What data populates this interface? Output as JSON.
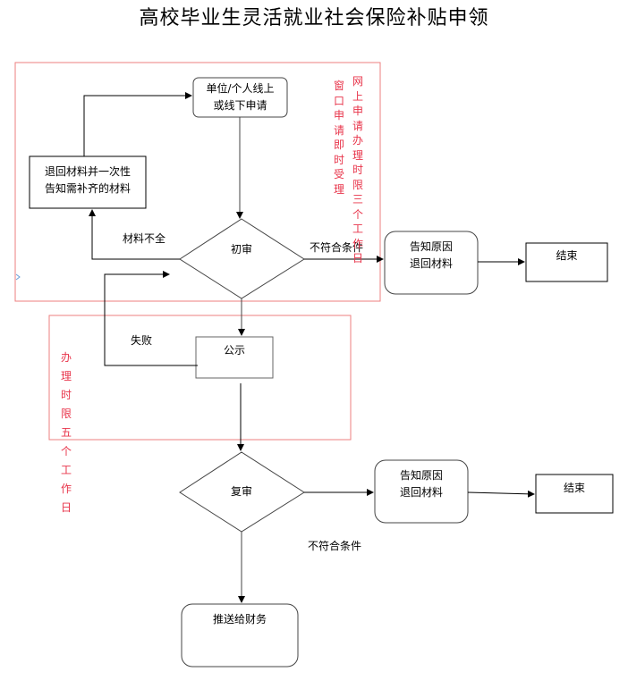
{
  "title": "高校毕业生灵活就业社会保险补贴申领",
  "regions": {
    "initial_review_region": {
      "border_color": "#ee7f7f"
    },
    "publicity_region": {
      "border_color": "#ee7f7f"
    }
  },
  "nodes": {
    "apply": {
      "line1": "单位/个人线上",
      "line2": "或线下申请"
    },
    "return_materials": {
      "line1": "退回材料并一次性",
      "line2": "告知需补齐的材料"
    },
    "initial_review": {
      "label": "初审"
    },
    "notify_1": {
      "line1": "告知原因",
      "line2": "退回材料"
    },
    "end_1": {
      "label": "结束"
    },
    "publicity": {
      "label": "公示"
    },
    "second_review": {
      "label": "复审"
    },
    "notify_2": {
      "line1": "告知原因",
      "line2": "退回材料"
    },
    "end_2": {
      "label": "结束"
    },
    "push_finance": {
      "label": "推送给财务"
    }
  },
  "edge_labels": {
    "incomplete": "材料不全",
    "not_qualified_1": "不符合条件",
    "failed": "失败",
    "not_qualified_2": "不符合条件"
  },
  "annotations": {
    "online_limit": "网上申请办理时限三个工作日",
    "window_instant": "窗口申请即时受理",
    "publicity_limit": "办理时限五个工作日"
  },
  "colors": {
    "annotation": "#e8344a",
    "line": "#000000",
    "shape_border": "#444444"
  }
}
